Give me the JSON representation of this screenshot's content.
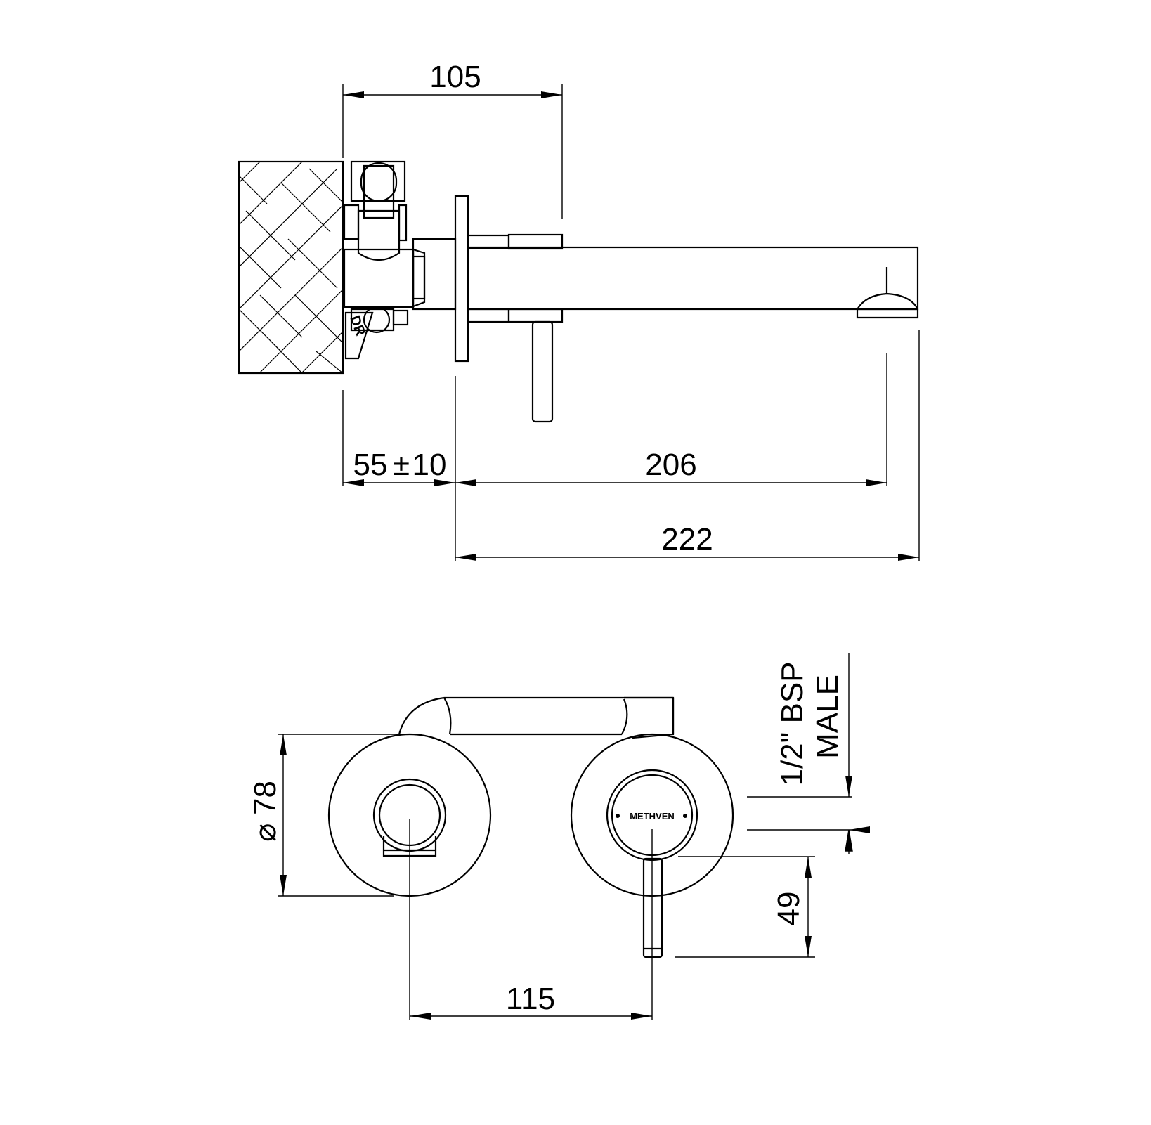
{
  "side_view": {
    "dim_wall_to_spout_top": "105",
    "dim_body_depth": "55",
    "dim_body_tol_symbol": "±",
    "dim_body_tol": "10",
    "dim_plate_to_outlet": "206",
    "dim_overall_projection": "222",
    "valve_mark": "DR"
  },
  "front_view": {
    "dim_plate_diameter_symbol": "⌀",
    "dim_plate_diameter": "78",
    "dim_centres": "115",
    "dim_lever_length": "49",
    "connection_line1": "1/2\" BSP",
    "connection_line2": "MALE",
    "brand": "METHVEN"
  }
}
